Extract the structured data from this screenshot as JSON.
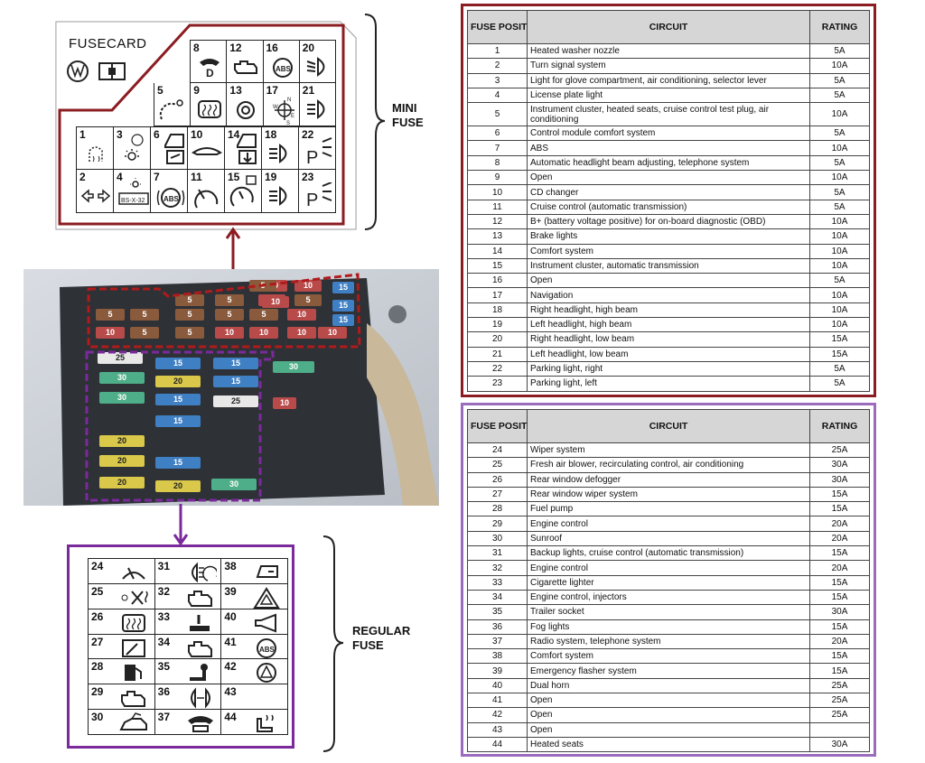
{
  "mini_card": {
    "title": "FUSECARD",
    "brace_label_1": "MINI",
    "brace_label_2": "FUSE",
    "top_cells": [
      "8",
      "12",
      "16",
      "20"
    ],
    "mid_cells": [
      "5",
      "9",
      "13",
      "17",
      "21"
    ],
    "low_cells": [
      "1",
      "3",
      "6",
      "10",
      "14",
      "18",
      "22"
    ],
    "bot_cells": [
      "2",
      "4",
      "7",
      "11",
      "15",
      "19",
      "23"
    ],
    "code_label": "BS-X-32",
    "abs_label": "ABS",
    "gear_label": "D",
    "compass": [
      "N",
      "W",
      "E",
      "S"
    ]
  },
  "regular_card": {
    "brace_label_1": "REGULAR",
    "brace_label_2": "FUSE",
    "cells": [
      "24",
      "31",
      "38",
      "25",
      "32",
      "39",
      "26",
      "33",
      "40",
      "27",
      "34",
      "41",
      "28",
      "35",
      "42",
      "29",
      "36",
      "43",
      "30",
      "37",
      "44"
    ],
    "abs_label": "ABS"
  },
  "photo": {
    "mini_chips": [
      "10",
      "15",
      "10",
      "10",
      "15",
      "5",
      "5",
      "5",
      "5",
      "5",
      "10",
      "15",
      "10",
      "5",
      "5",
      "10",
      "10",
      "10",
      "10",
      "5",
      "5",
      "5",
      "10",
      "5"
    ],
    "reg_chips": [
      "25",
      "15",
      "15",
      "30",
      "30",
      "20",
      "15",
      "30",
      "15",
      "25",
      "15",
      "20",
      "20",
      "15",
      "20",
      "20",
      "30",
      "10"
    ]
  },
  "mini_table": {
    "headers": [
      "FUSE POSITION",
      "CIRCUIT",
      "RATING"
    ],
    "rows": [
      [
        "1",
        "Heated washer nozzle",
        "5A"
      ],
      [
        "2",
        "Turn signal system",
        "10A"
      ],
      [
        "3",
        "Light for glove compartment, air conditioning, selector lever",
        "5A"
      ],
      [
        "4",
        "License plate light",
        "5A"
      ],
      [
        "5",
        "Instrument cluster, heated seats, cruise control test plug, air conditioning",
        "10A"
      ],
      [
        "6",
        "Control module comfort system",
        "5A"
      ],
      [
        "7",
        "ABS",
        "10A"
      ],
      [
        "8",
        "Automatic headlight beam adjusting, telephone system",
        "5A"
      ],
      [
        "9",
        "Open",
        "10A"
      ],
      [
        "10",
        "CD changer",
        "5A"
      ],
      [
        "11",
        "Cruise control (automatic transmission)",
        "5A"
      ],
      [
        "12",
        "B+ (battery voltage positive) for on-board diagnostic (OBD)",
        "10A"
      ],
      [
        "13",
        "Brake lights",
        "10A"
      ],
      [
        "14",
        "Comfort system",
        "10A"
      ],
      [
        "15",
        "Instrument cluster, automatic transmission",
        "10A"
      ],
      [
        "16",
        "Open",
        "5A"
      ],
      [
        "17",
        "Navigation",
        "10A"
      ],
      [
        "18",
        "Right headlight, high beam",
        "10A"
      ],
      [
        "19",
        "Left headlight, high beam",
        "10A"
      ],
      [
        "20",
        "Right headlight, low beam",
        "15A"
      ],
      [
        "21",
        "Left headlight, low beam",
        "15A"
      ],
      [
        "22",
        "Parking light, right",
        "5A"
      ],
      [
        "23",
        "Parking light, left",
        "5A"
      ]
    ]
  },
  "regular_table": {
    "headers": [
      "FUSE POSITION",
      "CIRCUIT",
      "RATING"
    ],
    "rows": [
      [
        "24",
        "Wiper system",
        "25A"
      ],
      [
        "25",
        "Fresh air blower, recirculating control, air conditioning",
        "30A"
      ],
      [
        "26",
        "Rear window defogger",
        "30A"
      ],
      [
        "27",
        "Rear window wiper system",
        "15A"
      ],
      [
        "28",
        "Fuel pump",
        "15A"
      ],
      [
        "29",
        "Engine control",
        "20A"
      ],
      [
        "30",
        "Sunroof",
        "20A"
      ],
      [
        "31",
        "Backup lights, cruise control (automatic transmission)",
        "15A"
      ],
      [
        "32",
        "Engine control",
        "20A"
      ],
      [
        "33",
        "Cigarette lighter",
        "15A"
      ],
      [
        "34",
        "Engine control, injectors",
        "15A"
      ],
      [
        "35",
        "Trailer socket",
        "30A"
      ],
      [
        "36",
        "Fog lights",
        "15A"
      ],
      [
        "37",
        "Radio system, telephone system",
        "20A"
      ],
      [
        "38",
        "Comfort system",
        "15A"
      ],
      [
        "39",
        "Emergency flasher system",
        "15A"
      ],
      [
        "40",
        "Dual horn",
        "25A"
      ],
      [
        "41",
        "Open",
        "25A"
      ],
      [
        "42",
        "Open",
        "25A"
      ],
      [
        "43",
        "Open",
        ""
      ],
      [
        "44",
        "Heated seats",
        "30A"
      ]
    ]
  },
  "colors": {
    "mini_frame": "#8b1d22",
    "regular_frame": "#7a2a9b",
    "regular_table_frame": "#9b6bbd",
    "header_fill": "#d6d6d6"
  }
}
